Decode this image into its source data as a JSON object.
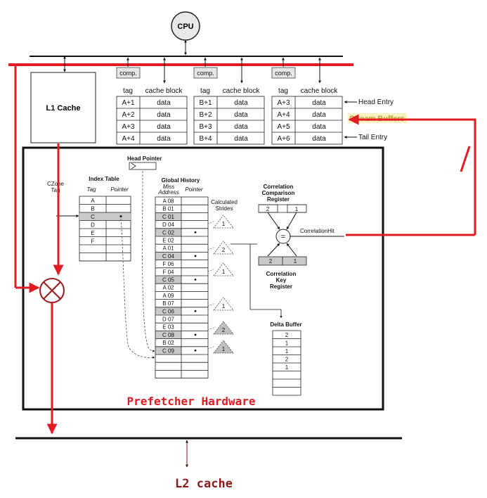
{
  "cpu": {
    "label": "CPU"
  },
  "l1": {
    "label": "L1 Cache"
  },
  "comp_label": "comp.",
  "buffer_header": {
    "tag": "tag",
    "block": "cache block"
  },
  "stream_buffers": [
    {
      "rows": [
        [
          "A+1",
          "data"
        ],
        [
          "A+2",
          "data"
        ],
        [
          "A+3",
          "data"
        ],
        [
          "A+4",
          "data"
        ]
      ]
    },
    {
      "rows": [
        [
          "B+1",
          "data"
        ],
        [
          "B+2",
          "data"
        ],
        [
          "B+3",
          "data"
        ],
        [
          "B+4",
          "data"
        ]
      ]
    },
    {
      "rows": [
        [
          "A+3",
          "data"
        ],
        [
          "A+4",
          "data"
        ],
        [
          "A+5",
          "data"
        ],
        [
          "A+6",
          "data"
        ]
      ]
    }
  ],
  "head_entry": "Head Entry",
  "tail_entry": "Tail Entry",
  "stream_buffers_label": "Stream Buffers",
  "head_pointer": "Head Pointer",
  "czone_tag": [
    "CZone",
    "Tag"
  ],
  "index_table": {
    "title": "Index Table",
    "col_tag": "Tag",
    "col_pointer": "Pointer",
    "rows": [
      "A",
      "B",
      "C",
      "D",
      "E",
      "F",
      "",
      ""
    ]
  },
  "global_history": {
    "title": "Global History",
    "col_miss": [
      "Miss",
      "Address"
    ],
    "col_pointer": "Pointer",
    "rows": [
      "A 08",
      "B 01",
      "C 01",
      "D 04",
      "C 02",
      "E 02",
      "A 01",
      "C 04",
      "F 06",
      "F 04",
      "C 05",
      "A 02",
      "A 09",
      "B 07",
      "C 06",
      "D 07",
      "E 03",
      "C 08",
      "B 02",
      "C 09",
      "",
      "",
      ""
    ],
    "highlighted": [
      2,
      4,
      7,
      10,
      14,
      17,
      19
    ]
  },
  "calculated_strides": [
    "Calculated",
    "Strides"
  ],
  "stride_triangles": [
    "1",
    "2",
    "1",
    "1",
    "2",
    "1"
  ],
  "correlation_comparison": {
    "title": [
      "Correlation",
      "Comparison",
      "Register"
    ],
    "values": [
      "2",
      "1"
    ]
  },
  "correlation_hit": "CorrelationHit",
  "equals": "=",
  "correlation_key": {
    "title": [
      "Correlation",
      "Key",
      "Register"
    ],
    "values": [
      "2",
      "1"
    ]
  },
  "delta_buffer": {
    "title": "Delta Buffer",
    "values": [
      "2",
      "1",
      "1",
      "2",
      "1",
      "",
      "",
      ""
    ]
  },
  "prefetcher_title": "Prefetcher Hardware",
  "l2_label": "L2 cache",
  "colors": {
    "red": "#e31b23",
    "dark_red": "#8b1a1a",
    "gray_cell": "#c9c9c9",
    "comp_fill": "#e6e6e6"
  }
}
